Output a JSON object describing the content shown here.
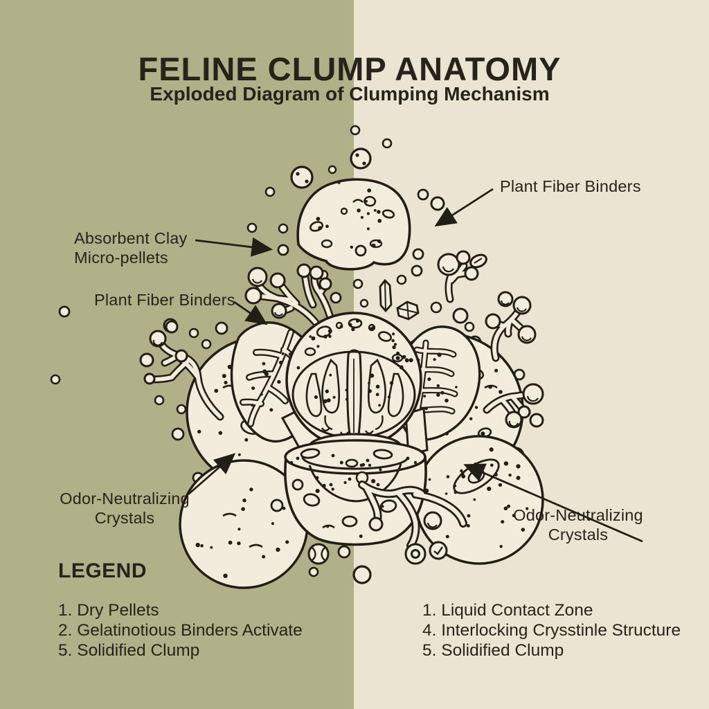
{
  "title": "FELINE CLUMP ANATOMY",
  "subtitle": "Exploded Diagram of Clumping Mechanism",
  "annotations": {
    "plant_fiber_top": "Plant Fiber Binders",
    "absorbent_clay": "Absorbent Clay\nMicro-pellets",
    "plant_fiber_left": "Plant Fiber Binders",
    "odor_left": "Odor-Neutralizing\nCrystals",
    "odor_right": "Odor-Neutralizing\nCrystals"
  },
  "legend": {
    "heading": "LEGEND",
    "left_items": [
      "1. Dry Pellets",
      "2. Gelatinotious Binders Activate",
      "5. Solidified Clump"
    ],
    "right_items": [
      "1. Liquid Contact Zone",
      "4. Interlocking Crysstinle Structure",
      "5. Solidified Clump"
    ]
  },
  "colors": {
    "background_left": "#b1b189",
    "background_right": "#ebe4d2",
    "paper": "#f2ecdc",
    "ink": "#211f15",
    "text": "#26231a"
  }
}
